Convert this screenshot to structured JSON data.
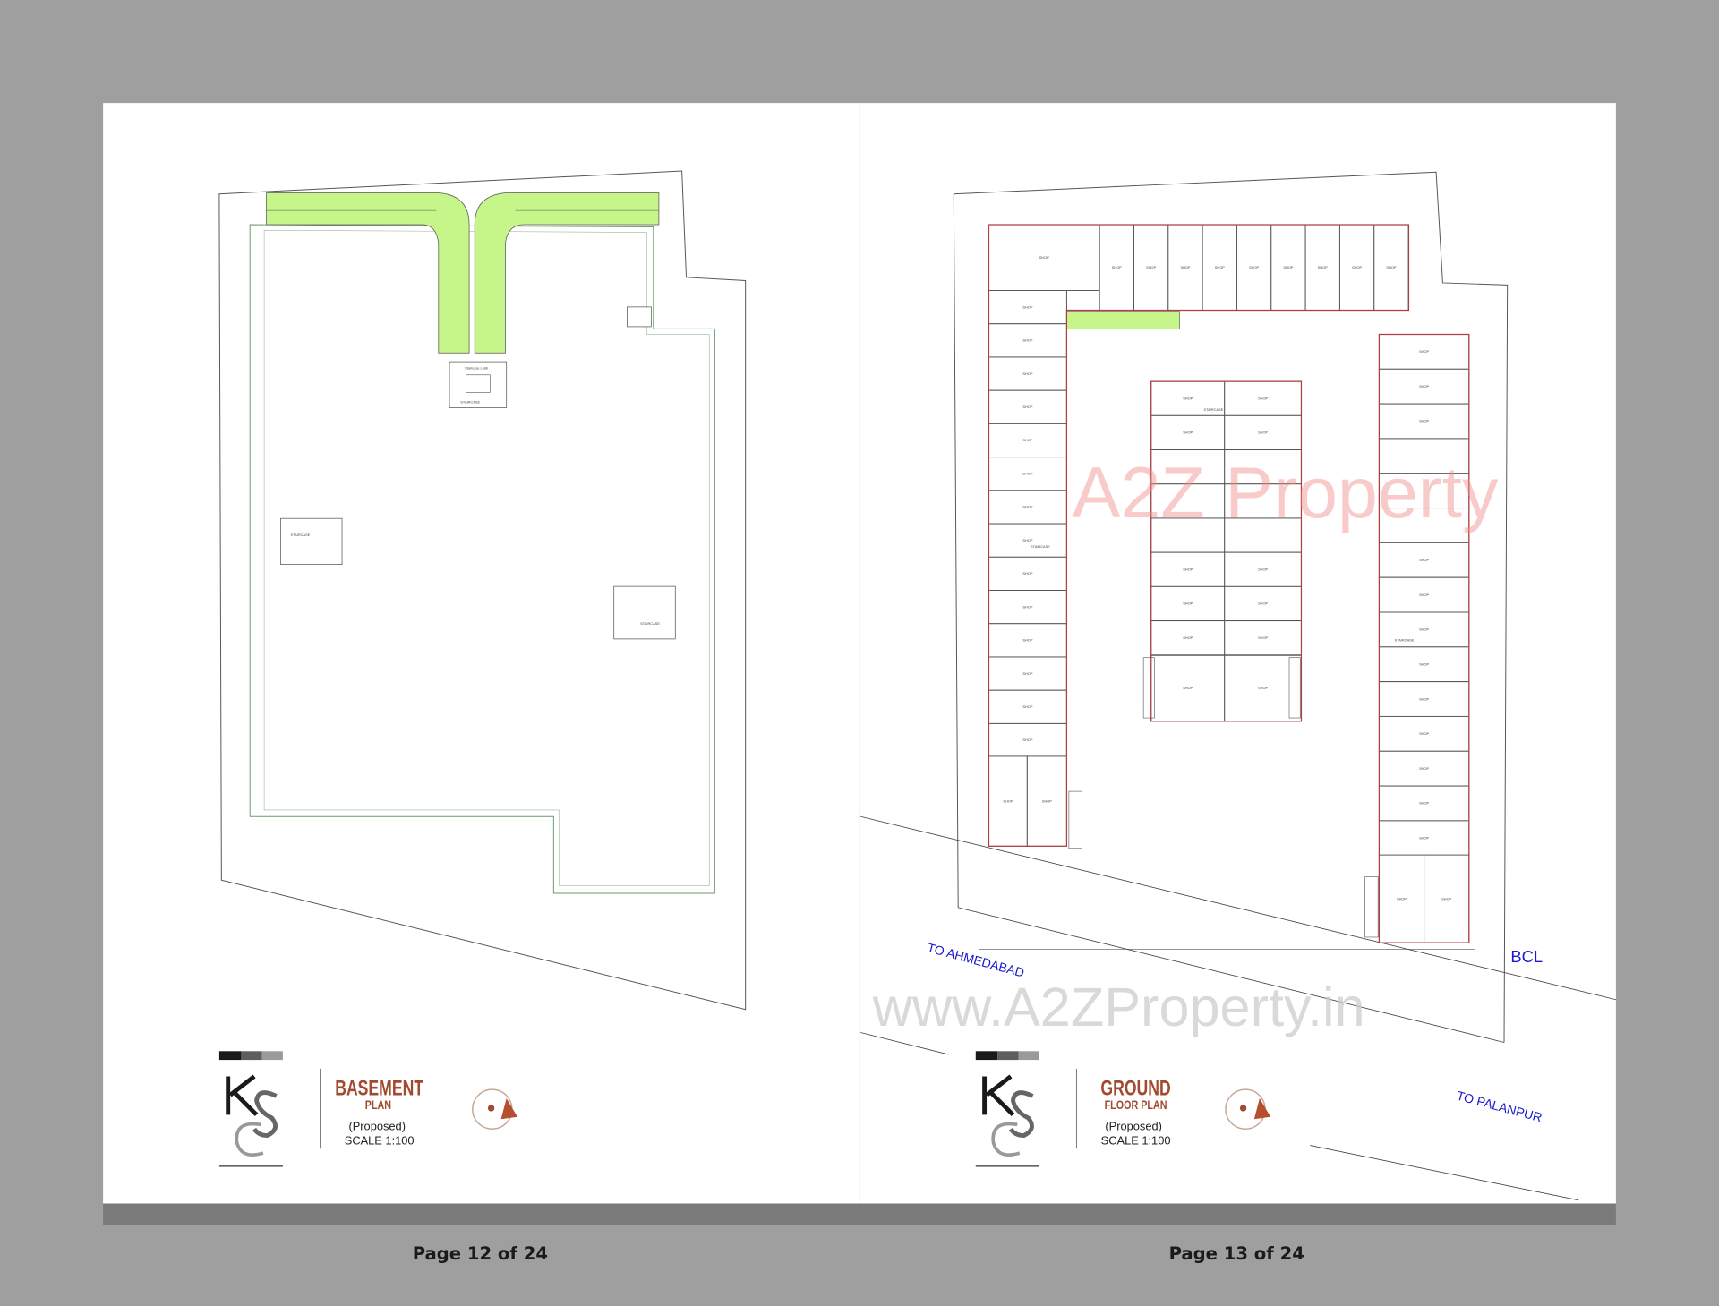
{
  "pages": [
    {
      "page_label": "Page 12 of 24",
      "title_line1": "BASEMENT",
      "title_line2": "PLAN",
      "status": "(Proposed)",
      "scale": "SCALE  1:100",
      "logo_text": "KSC",
      "plan_labels": {
        "staircase": "STAIRCASE",
        "lift_lobby": "Staircase Lobb"
      }
    },
    {
      "page_label": "Page 13 of 24",
      "title_line1": "GROUND",
      "title_line2": "FLOOR PLAN",
      "status": "(Proposed)",
      "scale": "SCALE  1:100",
      "logo_text": "KSC",
      "plan_labels": {
        "shop": "SHOP",
        "staircase": "STAIRCASE"
      },
      "road_labels": {
        "west": "TO AHMEDABAD",
        "east": "TO PALANPUR",
        "bcl": "BCL"
      }
    }
  ],
  "watermarks": {
    "logo": "A2Z Property",
    "url": "www.A2ZProperty.in"
  },
  "colors": {
    "background": "#9f9f9f",
    "page": "#ffffff",
    "ramp": "#c6f58a",
    "title": "#a24a30",
    "road_label": "#1a1acc",
    "wall": "#b04040"
  }
}
